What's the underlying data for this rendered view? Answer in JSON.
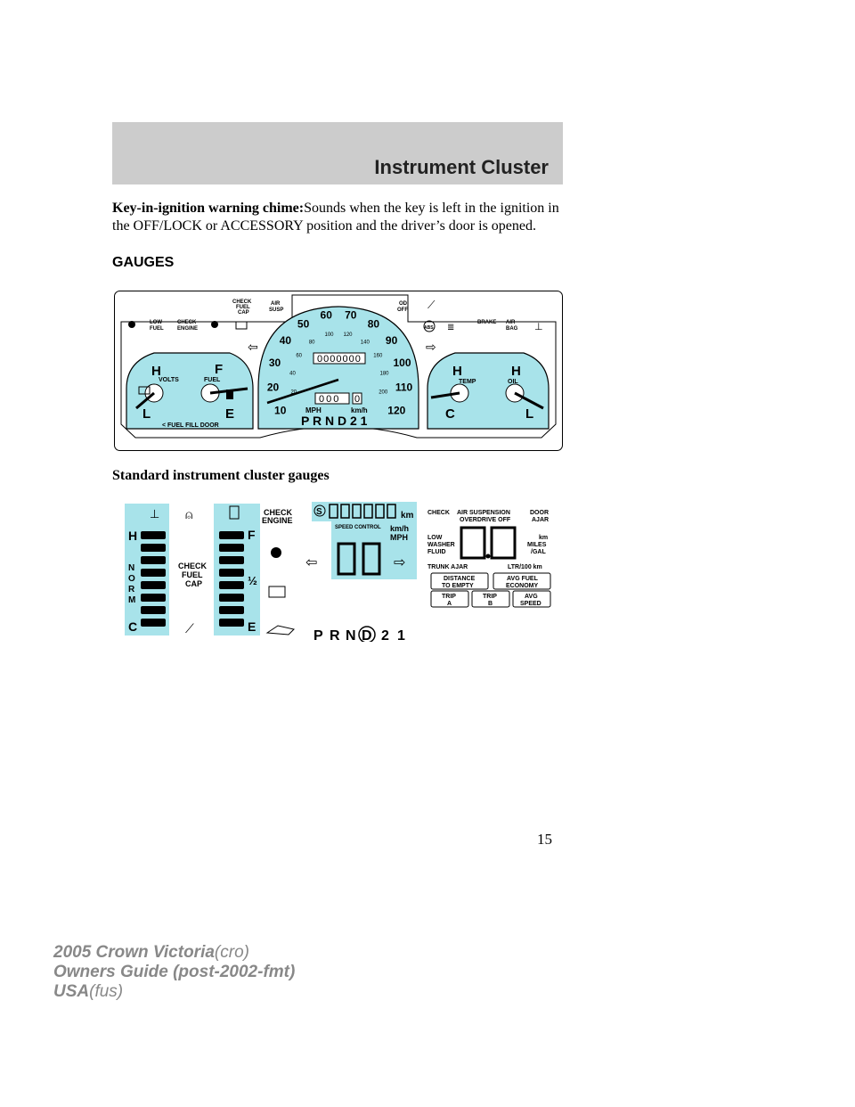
{
  "header": {
    "title": "Instrument Cluster"
  },
  "body": {
    "lead": "Key-in-ignition warning chime:",
    "text": "Sounds when the key is left in the ignition in the OFF/LOCK or ACCESSORY position and the driver’s door is opened."
  },
  "section_heading": "GAUGES",
  "figure1": {
    "warning_labels": {
      "low_fuel": [
        "LOW",
        "FUEL"
      ],
      "check_engine": [
        "CHECK",
        "ENGINE"
      ],
      "check_fuel_cap": [
        "CHECK",
        "FUEL",
        "CAP"
      ],
      "air_susp": [
        "AIR",
        "SUSP"
      ],
      "od_off": [
        "OD",
        "OFF"
      ],
      "brake": "BRAKE",
      "abs": "ABS",
      "air_bag": [
        "AIR",
        "BAG"
      ]
    },
    "left_gauge": {
      "h": "H",
      "l": "L",
      "f": "F",
      "e": "E",
      "volts": "VOLTS",
      "fuel": "FUEL",
      "fuel_door": "< FUEL FILL DOOR"
    },
    "speedometer": {
      "mph_ticks": [
        "10",
        "20",
        "30",
        "40",
        "50",
        "60",
        "70",
        "80",
        "90",
        "100",
        "110",
        "120"
      ],
      "kmh_ticks": [
        "20",
        "40",
        "60",
        "80",
        "100",
        "120",
        "140",
        "160",
        "180",
        "200"
      ],
      "odometer": "0000000",
      "trip": "000",
      "trip_last": "0",
      "mph_label": "MPH",
      "kmh_label": "km/h",
      "prnd": "P R N D 2 1"
    },
    "right_gauge": {
      "h1": "H",
      "c": "C",
      "h2": "H",
      "l": "L",
      "temp": "TEMP",
      "oil": "OIL"
    }
  },
  "caption": "Standard instrument cluster gauges",
  "figure2": {
    "temp": {
      "h": "H",
      "norm": [
        "N",
        "O",
        "R",
        "M"
      ],
      "c": "C"
    },
    "check_fuel_cap": [
      "CHECK",
      "FUEL",
      "CAP"
    ],
    "fuel": {
      "f": "F",
      "half": "½",
      "e": "E"
    },
    "check_engine": [
      "CHECK",
      "ENGINE"
    ],
    "odo_s": "S",
    "odo_unit": "km",
    "speed_control": "SPEED CONTROL",
    "speed_units": [
      "km/h",
      "MPH"
    ],
    "prnd": [
      "P",
      "R",
      "N",
      "D",
      "2",
      "1"
    ],
    "msg": {
      "check": "CHECK",
      "air_suspension": "AIR SUSPENSION",
      "overdrive_off": "OVERDRIVE OFF",
      "door_ajar": [
        "DOOR",
        "AJAR"
      ],
      "low_washer": [
        "LOW",
        "WASHER",
        "FLUID"
      ],
      "units_right": [
        "km",
        "MILES",
        "/GAL"
      ],
      "trunk_ajar": "TRUNK AJAR",
      "ltr": "LTR/100 km",
      "buttons": [
        [
          "DISTANCE",
          "TO EMPTY"
        ],
        [
          "AVG FUEL",
          "ECONOMY"
        ],
        [
          "TRIP",
          "A"
        ],
        [
          "TRIP",
          "B"
        ],
        [
          "AVG",
          "SPEED"
        ]
      ]
    }
  },
  "page_number": "15",
  "footer": {
    "line1_b": "2005 Crown Victoria",
    "line1_i": "(cro)",
    "line2_b": "Owners Guide (post-2002-fmt)",
    "line3_b": "USA",
    "line3_i": "(fus)"
  }
}
